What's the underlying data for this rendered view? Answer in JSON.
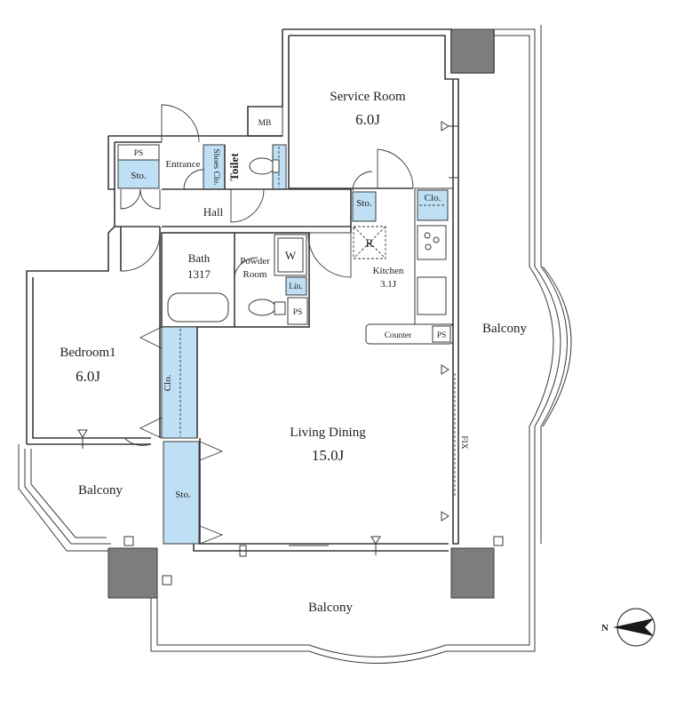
{
  "rooms": {
    "service_room": {
      "name": "Service Room",
      "size": "6.0J"
    },
    "bedroom": {
      "name": "Bedroom1",
      "size": "6.0J"
    },
    "living_dining": {
      "name": "Living Dining",
      "size": "15.0J"
    },
    "kitchen": {
      "name": "Kitchen",
      "size": "3.1J"
    },
    "bath": {
      "name": "Bath",
      "size": "1317"
    },
    "powder_room": {
      "line1": "Powder",
      "line2": "Room"
    },
    "hall": "Hall",
    "entrance": "Entrance",
    "toilet": "Toilet",
    "shoes_clo": "Shoes Clo."
  },
  "labels": {
    "mb": "MB",
    "ps": "PS",
    "sto": "Sto.",
    "clo": "Clo.",
    "lin": "Lin.",
    "w": "W",
    "r": "R",
    "counter": "Counter",
    "fix": "FIX"
  },
  "balconies": {
    "east": "Balcony",
    "west": "Balcony",
    "south": "Balcony"
  },
  "compass": {
    "north_label": "N"
  }
}
